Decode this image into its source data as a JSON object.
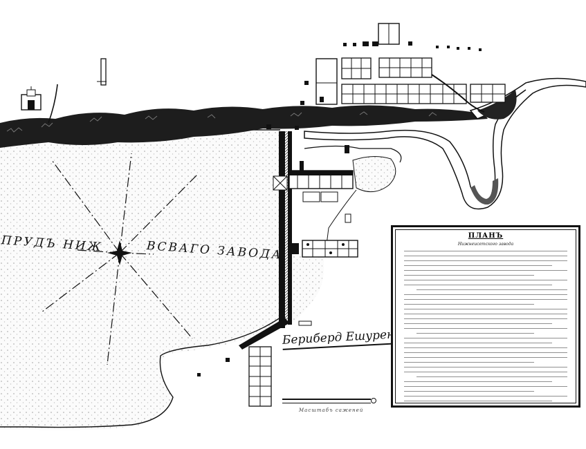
{
  "map": {
    "pond_label_left": "ПРУДЪ НИЖ",
    "pond_label_right": "ВСВАГО ЗАВОДА",
    "signature": "Бериберд Ешуренко",
    "cartouche": {
      "title": "ПЛАНЪ",
      "subtitle": "Нижнеисетского завода"
    },
    "scale_caption": "Масштабъ саженей"
  }
}
